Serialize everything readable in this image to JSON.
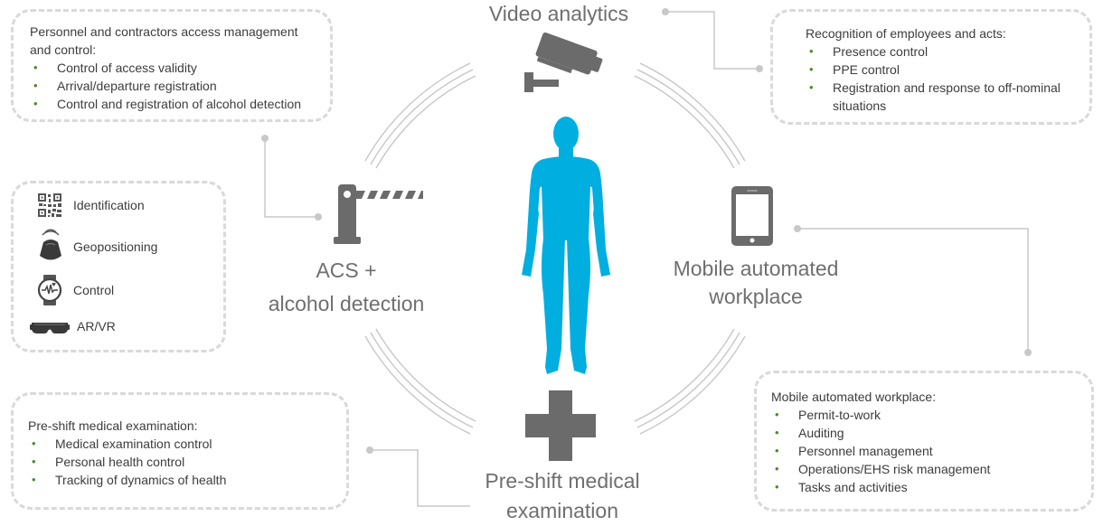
{
  "center_labels": {
    "video": "Video analytics",
    "acs_line1": "ACS +",
    "acs_line2": "alcohol detection",
    "mobile_line1": "Mobile automated",
    "mobile_line2": "workplace",
    "medical_line1": "Pre-shift medical",
    "medical_line2": "examination"
  },
  "boxes": {
    "access": {
      "title": "Personnel and contractors access management and control:",
      "items": [
        "Control of access validity",
        "Arrival/departure registration",
        "Control and registration of alcohol detection"
      ]
    },
    "recognition": {
      "title": "Recognition of employees and acts:",
      "items": [
        "Presence control",
        "PPE control",
        "Registration and response to off-nominal situations"
      ]
    },
    "devices": {
      "items": [
        {
          "icon": "qr-code-icon",
          "label": "Identification"
        },
        {
          "icon": "geoposition-tag-icon",
          "label": "Geopositioning"
        },
        {
          "icon": "smartwatch-icon",
          "label": "Control"
        },
        {
          "icon": "vr-headset-icon",
          "label": "AR/VR"
        }
      ]
    },
    "medical": {
      "title": "Pre-shift medical examination:",
      "items": [
        "Medical examination control",
        "Personal health control",
        "Tracking of dynamics of health"
      ]
    },
    "mobile": {
      "title": "Mobile automated workplace:",
      "items": [
        "Permit-to-work",
        "Auditing",
        "Personnel management",
        "Operations/EHS risk management",
        "Tasks and activities"
      ]
    }
  },
  "bullet": "•",
  "colors": {
    "human_figure": "#00aee0",
    "icons": "#6b6b6b",
    "bullet": "#4e8a2c",
    "dashed_border": "#d9d9d9",
    "connector": "#c8c8c8"
  }
}
